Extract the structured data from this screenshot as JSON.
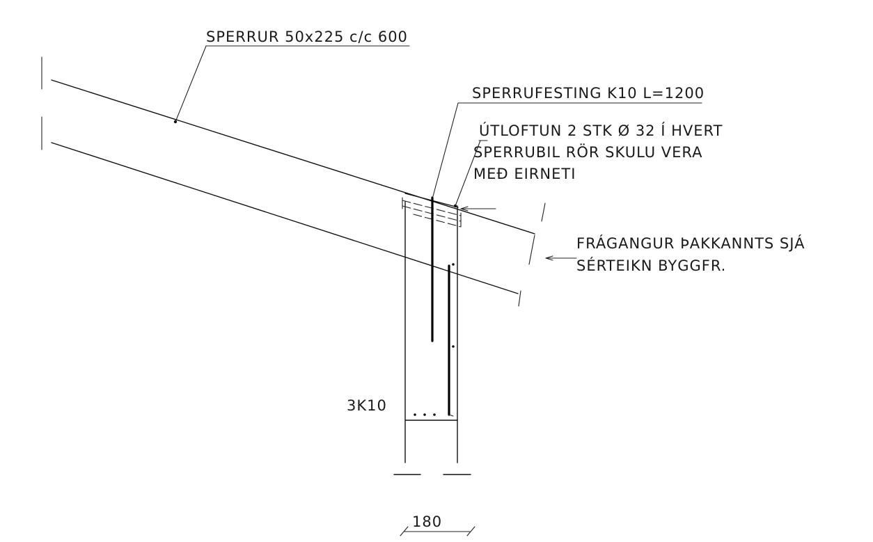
{
  "labels": {
    "rafter": "SPERRUR 50x225 c/c 600",
    "rafter_fastening": "SPERRUFESTING K10 L=1200",
    "ventilation_line1": "ÚTLOFTUN 2 STK Ø 32 Í HVERT",
    "ventilation_line2": "SPERRUBIL RÖR SKULU VERA",
    "ventilation_line3": "MEÐ EIRNETI",
    "eaves_line1": "FRÁGANGUR ÞAKKANNTS SJÁ",
    "eaves_line2": "SÉRTEIKN BYGGFR.",
    "rebar": "3K10",
    "wall_width": "180"
  },
  "colors": {
    "line": "#111111",
    "text": "#1a1a1a",
    "background": "#ffffff"
  }
}
